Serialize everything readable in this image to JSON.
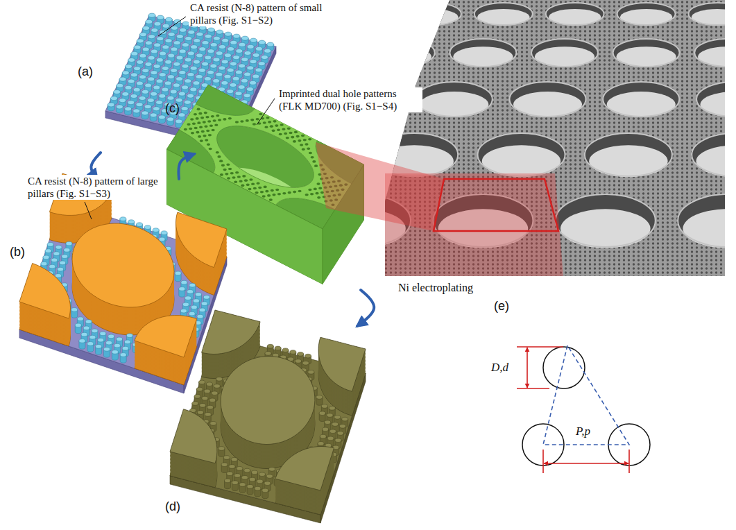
{
  "diagram": {
    "nodes": [
      {
        "text": [
          "(a)"
        ]
      },
      {
        "text": [
          "(b)"
        ]
      },
      {
        "text": [
          "(c)"
        ]
      },
      {
        "text": [
          "(d)"
        ]
      },
      {
        "text": [
          "(e)"
        ]
      }
    ],
    "edges": [
      {
        "from": 0,
        "to": 1,
        "arrow": "to"
      },
      {
        "from": 1,
        "to": 2,
        "arrow": "to"
      },
      {
        "from": 2,
        "to": 3,
        "label": "Ni electroplating",
        "arrow": "to"
      }
    ],
    "labels": [
      "CA resist (N-8) pattern of small pillars (Fig. S1−S2)",
      "Imprinted dual hole patterns (FLK MD700) (Fig. S1−S4)",
      "CA resist (N-8) pattern of large pillars (Fig. S1−S3)",
      "D,d",
      "P,p"
    ]
  }
}
